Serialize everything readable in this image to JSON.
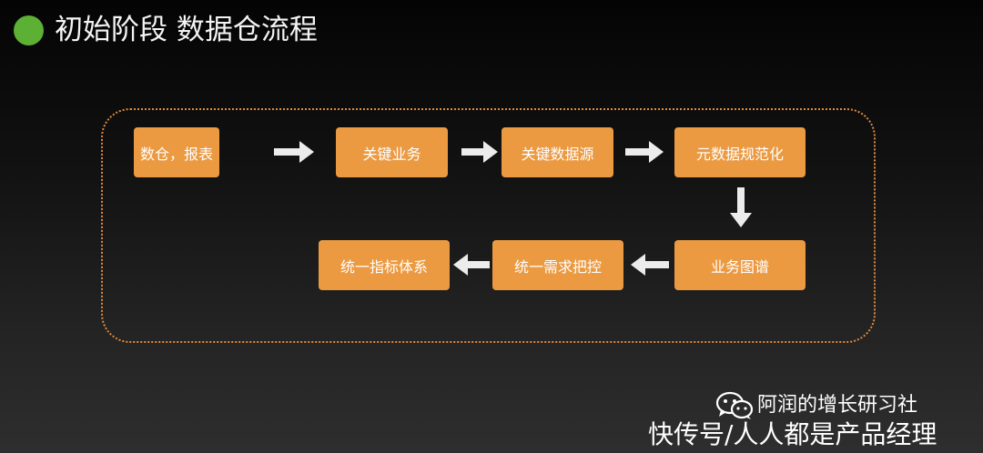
{
  "header": {
    "title": "初始阶段 数据仓流程",
    "dot_color": "#5cb034"
  },
  "diagram": {
    "box_color": "#eb9a42",
    "frame_color": "#e08a3c",
    "arrow_color": "#ececec",
    "steps": [
      {
        "label": "数仓，报表"
      },
      {
        "label": "关键业务"
      },
      {
        "label": "关键数据源"
      },
      {
        "label": "元数据规范化"
      },
      {
        "label": "业务图谱"
      },
      {
        "label": "统一需求把控"
      },
      {
        "label": "统一指标体系"
      }
    ],
    "flow_order": [
      "数仓，报表",
      "关键业务",
      "关键数据源",
      "元数据规范化",
      "业务图谱",
      "统一需求把控",
      "统一指标体系"
    ]
  },
  "watermark": {
    "account": "阿润的增长研习社",
    "source": "快传号/人人都是产品经理",
    "icon": "wechat-icon"
  }
}
